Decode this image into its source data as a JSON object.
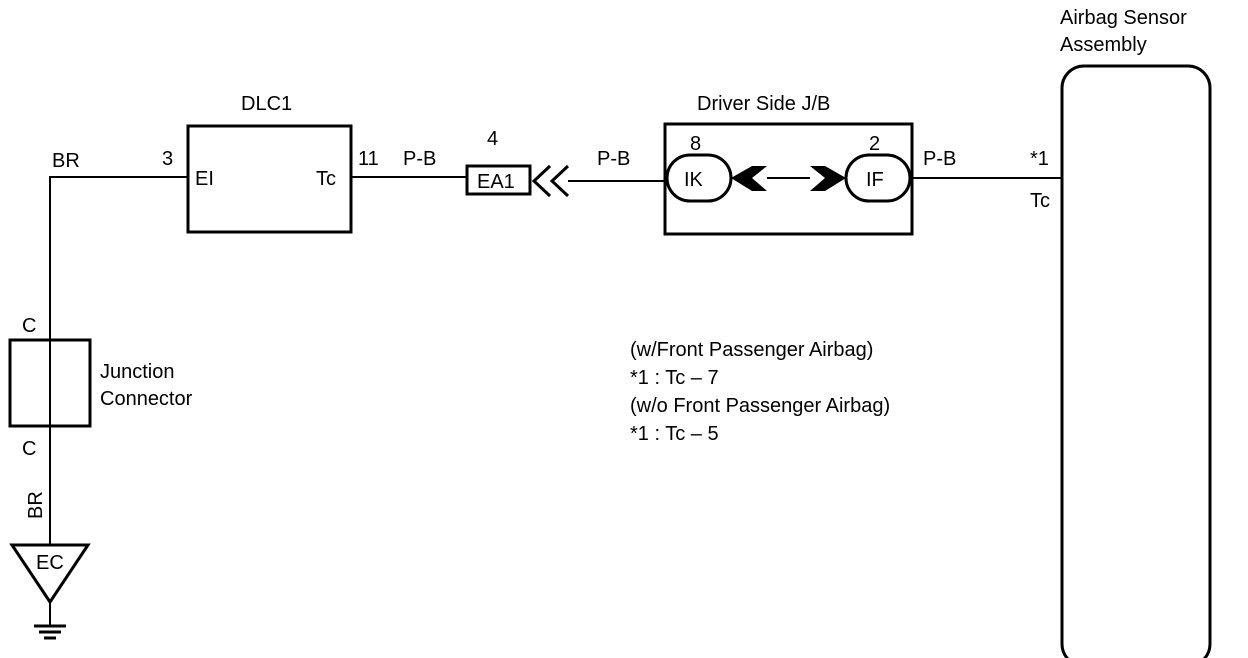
{
  "colors": {
    "ink": "#000000",
    "background": "#ffffff"
  },
  "sensor": {
    "title_line1": "Airbag Sensor",
    "title_line2": "Assembly",
    "pin": "*1",
    "terminal": "Tc"
  },
  "dlc1": {
    "title": "DLC1",
    "pin_left": "3",
    "term_left": "EI",
    "pin_right": "11",
    "term_right": "Tc"
  },
  "jb": {
    "title": "Driver Side J/B",
    "pin_left": "8",
    "pin_right": "2",
    "conn_left": "IK",
    "conn_right": "IF"
  },
  "ea1": {
    "label": "EA1",
    "pin": "4"
  },
  "wires": {
    "br_top": "BR",
    "pb_1": "P-B",
    "pb_2": "P-B",
    "pb_3": "P-B",
    "br_bottom": "BR"
  },
  "junction": {
    "pin_top": "C",
    "pin_bottom": "C",
    "label_line1": "Junction",
    "label_line2": "Connector"
  },
  "ground": {
    "label": "EC"
  },
  "notes": [
    "(w/Front Passenger Airbag)",
    "*1 : Tc – 7",
    "(w/o Front Passenger Airbag)",
    "*1 : Tc – 5"
  ]
}
